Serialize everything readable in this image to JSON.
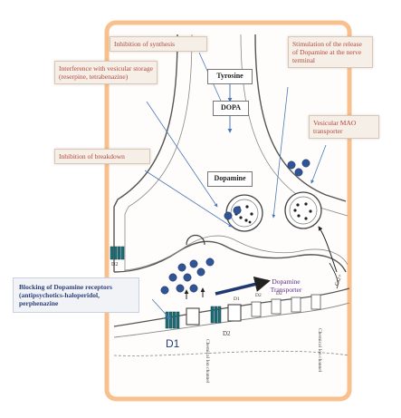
{
  "labels": {
    "inhibition_synthesis": "Inhibition of synthesis",
    "interference_storage": "Interference with vesicular storage (reserpine, tetrabenazine)",
    "inhibition_breakdown": "Inhibition of breakdown",
    "stimulation_release": "Stimulation of the release of Dopamine at the nerve terminal",
    "vesicular_mao": "Vesicular MAO transporter",
    "blocking_receptors": "Blocking of Dopamine receptors (antipsychotics-haloperidol, perphenazine"
  },
  "pathway": {
    "tyrosine": "Tyrosine",
    "dopa": "DOPA",
    "dopamine": "Dopamine"
  },
  "receptors": {
    "d1": "D1",
    "d2_left": "D2",
    "d2_bottom": "D2",
    "d2_a": "D2",
    "d2_b": "D2",
    "d1_small": "D1"
  },
  "transporter": "Dopamine Transporter",
  "channels": {
    "ch1": "Chemical Ion channel",
    "ch2": "Chemical Ion channel"
  },
  "ion": "Ca2+",
  "colors": {
    "frame": "#f8c08c",
    "dots": "#2f5597",
    "label_text": "#b3473a",
    "blocking_text": "#2c3f7a",
    "receptor": "#1f6f7a"
  }
}
